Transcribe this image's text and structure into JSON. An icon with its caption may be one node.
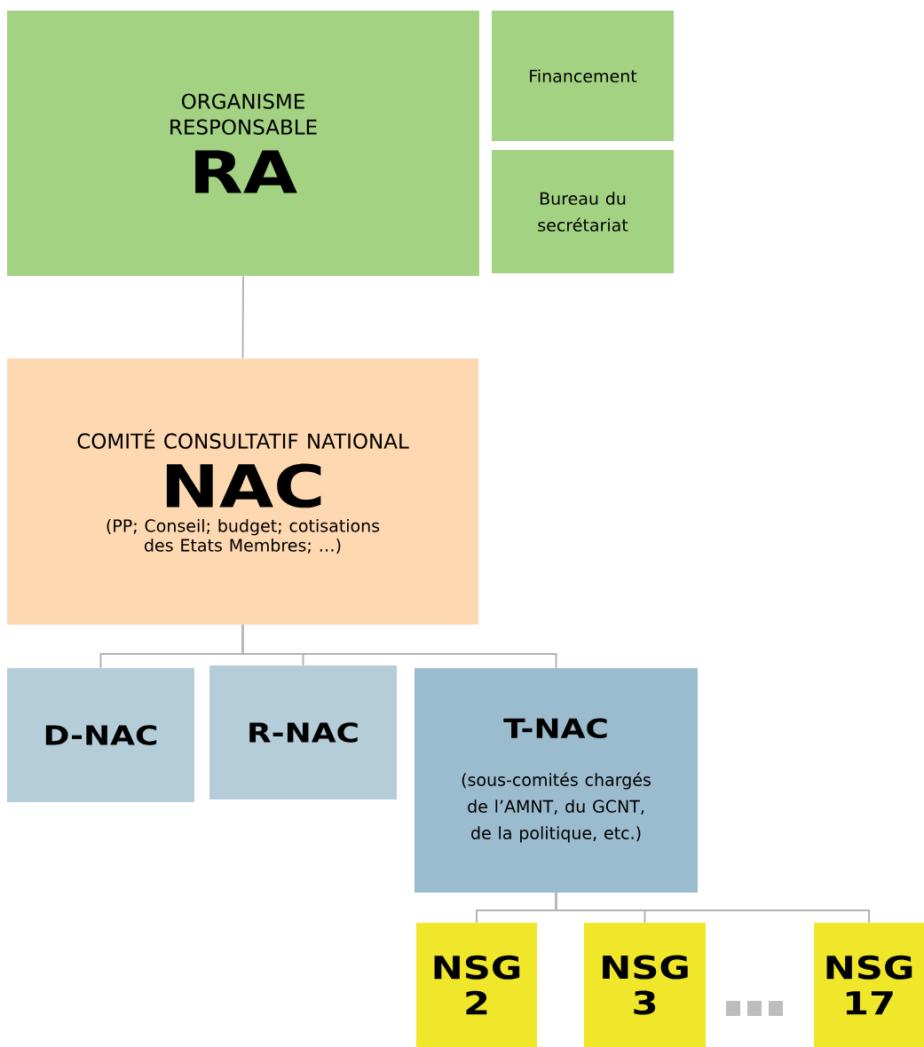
{
  "diagram": {
    "nodes": [
      {
        "text": [
          "ORGANISME RESPONSABLE",
          "RA"
        ]
      },
      {
        "text": [
          "Financement"
        ]
      },
      {
        "text": [
          "Bureau du secrétariat"
        ]
      },
      {
        "text": [
          "COMITÉ CONSULTATIF NATIONAL",
          "NAC",
          "(PP; Conseil; budget; cotisations des Etats Membres; …)"
        ]
      },
      {
        "text": [
          "D-NAC"
        ]
      },
      {
        "text": [
          "R-NAC"
        ]
      },
      {
        "text": [
          "T-NAC",
          "(sous-comités chargés de l’AMNT, du GCNT, de la politique, etc.)"
        ]
      },
      {
        "text": [
          "NSG 2"
        ]
      },
      {
        "text": [
          "NSG 3"
        ]
      },
      {
        "text": [
          "NSG 17"
        ]
      }
    ],
    "edges": [
      {
        "from": 0,
        "to": 3,
        "arrow": "none"
      },
      {
        "from": 3,
        "to": 4,
        "arrow": "none"
      },
      {
        "from": 3,
        "to": 5,
        "arrow": "none"
      },
      {
        "from": 3,
        "to": 6,
        "arrow": "none"
      },
      {
        "from": 6,
        "to": 7,
        "arrow": "none"
      },
      {
        "from": 6,
        "to": 8,
        "arrow": "none"
      },
      {
        "from": 6,
        "to": 9,
        "arrow": "none"
      }
    ]
  }
}
